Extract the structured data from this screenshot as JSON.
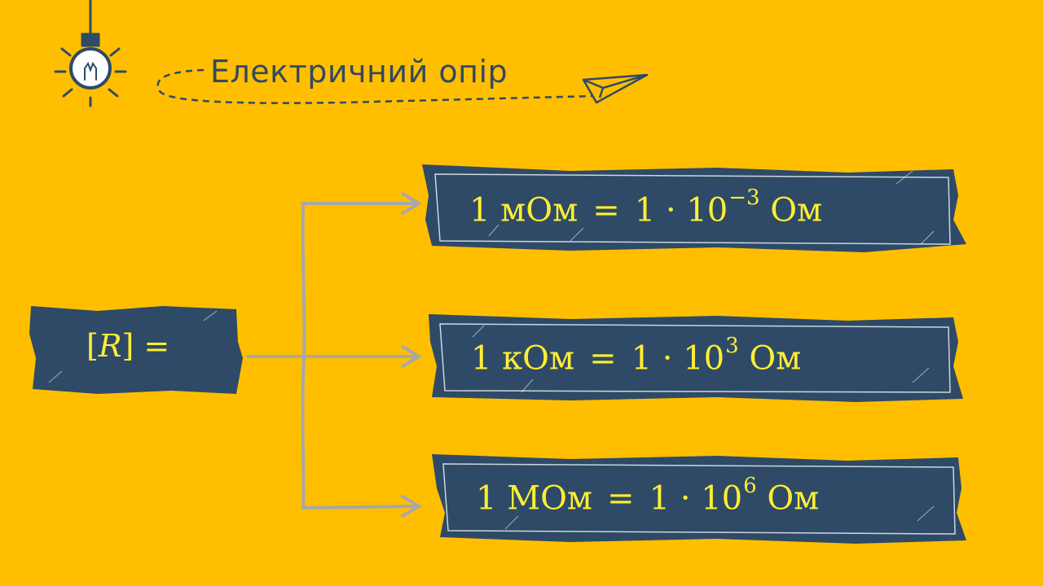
{
  "title": "Електричний опір",
  "lhs": {
    "open": "[",
    "symbol": "R",
    "close": "]",
    "equals": "="
  },
  "conversions": [
    {
      "value": "1",
      "unit": "мОм",
      "equals": "=",
      "mult": "1 · 10",
      "exp": "−3",
      "base_unit": "Ом"
    },
    {
      "value": "1",
      "unit": "кОм",
      "equals": "=",
      "mult": "1 · 10",
      "exp": "3",
      "base_unit": "Ом"
    },
    {
      "value": "1",
      "unit": "МОм",
      "equals": "=",
      "mult": "1 · 10",
      "exp": "6",
      "base_unit": "Ом"
    }
  ],
  "colors": {
    "background": "#ffbf00",
    "panel": "#2e4a66",
    "formula_text": "#ffee33",
    "title_text": "#34495e",
    "connector": "#a8a8a8"
  },
  "icons": {
    "bulb": "lightbulb-icon",
    "plane": "paper-plane-icon"
  }
}
